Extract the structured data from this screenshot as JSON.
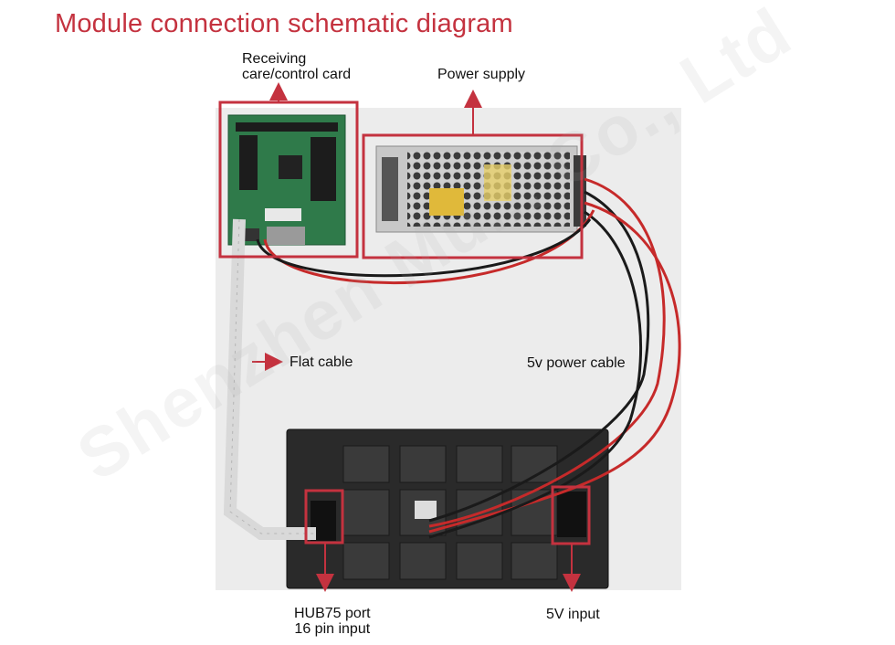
{
  "title": "Module connection schematic diagram",
  "labels": {
    "receiving_card_line1": "Receiving",
    "receiving_card_line2": "care/control card",
    "power_supply": "Power supply",
    "flat_cable": "Flat cable",
    "power_cable": "5v power cable",
    "hub75_line1": "HUB75 port",
    "hub75_line2": "16 pin input",
    "five_v_input": "5V input"
  },
  "watermark": "Shenzhen Mu... Co., Ltd",
  "colors": {
    "accent": "#c4323f",
    "pcb_green": "#2f7a4a",
    "psu_silver": "#c8c8c8",
    "module_black": "#2a2a2a",
    "cable_red": "#c62a2a",
    "cable_black": "#1a1a1a",
    "photo_bg": "#ededed"
  }
}
